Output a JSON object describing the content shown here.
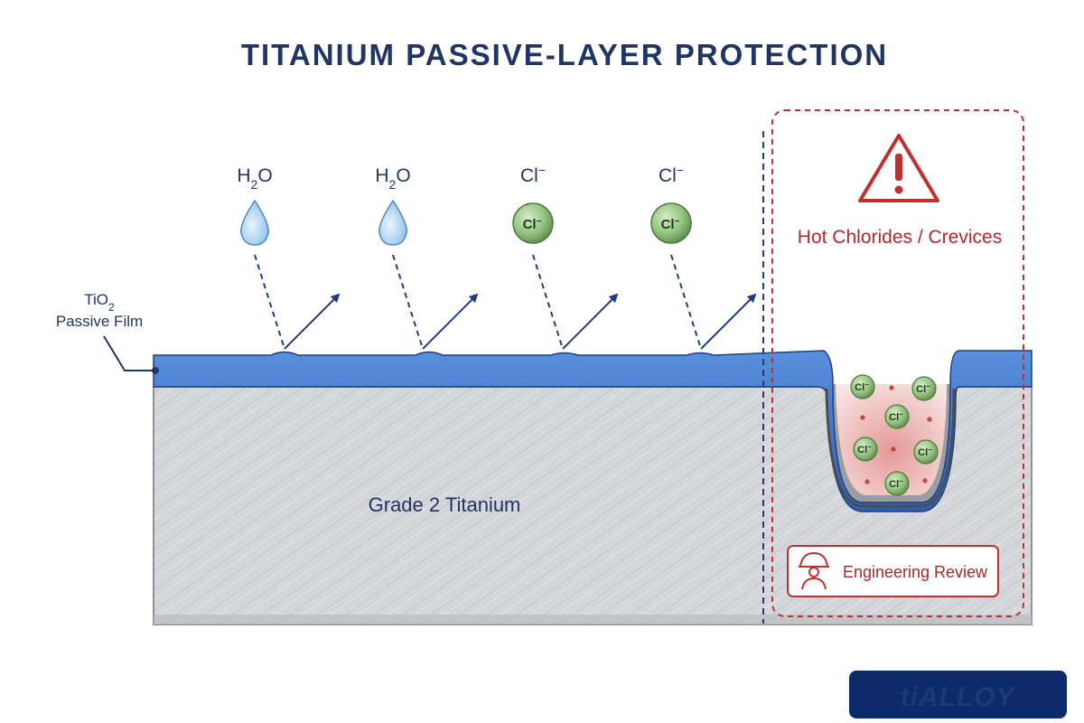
{
  "title": "TITANIUM PASSIVE-LAYER PROTECTION",
  "film_label": {
    "line1": "TiO",
    "sub": "2",
    "line2": "Passive Film"
  },
  "species": [
    {
      "kind": "water",
      "formula": "H",
      "sub": "2",
      "tail": "O"
    },
    {
      "kind": "water",
      "formula": "H",
      "sub": "2",
      "tail": "O"
    },
    {
      "kind": "chloride",
      "formula": "Cl",
      "sup": "−",
      "ion": "Cl",
      "ion_sup": "−"
    },
    {
      "kind": "chloride",
      "formula": "Cl",
      "sup": "−",
      "ion": "Cl",
      "ion_sup": "−"
    }
  ],
  "metal_label": "Grade 2 Titanium",
  "hazard": {
    "icon": "warning-triangle-icon",
    "label": "Hot Chlorides / Crevices"
  },
  "crevice_ion": {
    "symbol": "Cl",
    "sup": "−"
  },
  "review_button": {
    "icon": "engineer-icon",
    "label": "Engineering Review"
  },
  "logo": {
    "text": "tiALLOY"
  },
  "colors": {
    "title": "#1f3566",
    "film": "#3f74c9",
    "metal": "#d3d5d8",
    "hazard": "#c0302f",
    "chloride": "#8dbf7c",
    "water": "#a9d1f0",
    "logo_bg": "#0d2a6b"
  }
}
